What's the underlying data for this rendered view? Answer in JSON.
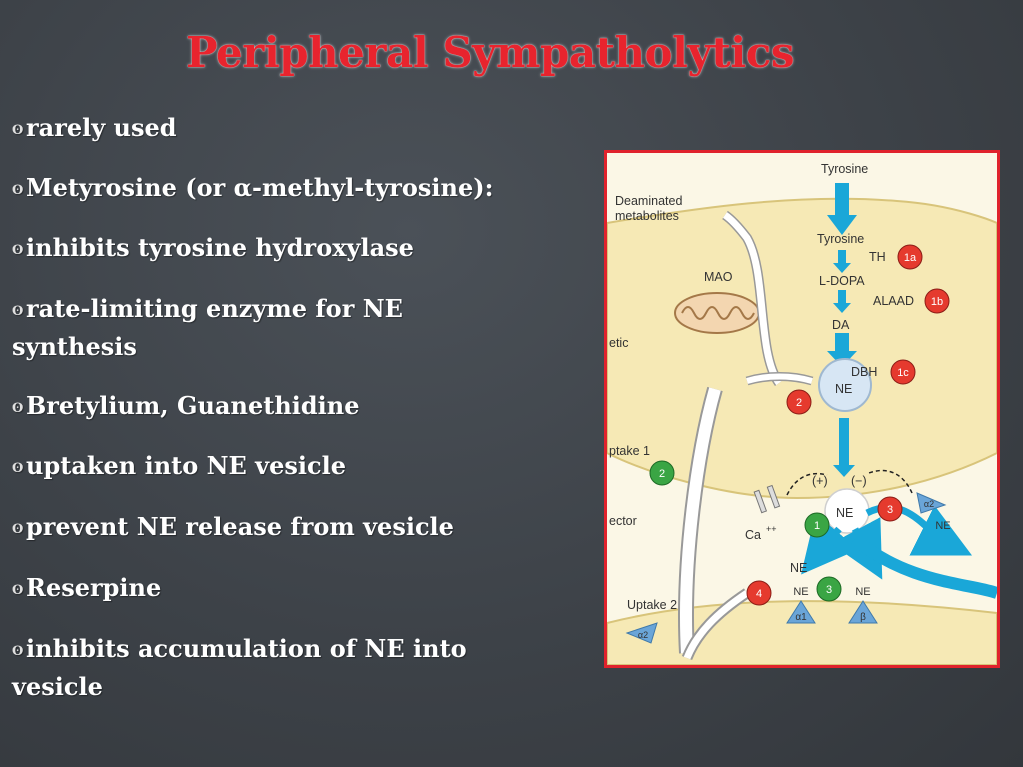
{
  "slide": {
    "title": "Peripheral Sympatholytics",
    "bullets": [
      "rarely used",
      "Metyrosine (or α-methyl-tyrosine):",
      "inhibits tyrosine hydroxylase",
      "rate-limiting enzyme for NE synthesis",
      "Bretylium, Guanethidine",
      "uptaken into NE vesicle",
      "prevent NE release from vesicle",
      "Reserpine",
      "inhibits accumulation of NE into vesicle"
    ]
  },
  "figure": {
    "tyrosine_top": "Tyrosine",
    "deaminated_1": "Deaminated",
    "deaminated_2": "metabolites",
    "tyrosine_inner": "Tyrosine",
    "th": "TH",
    "ldopa": "L-DOPA",
    "alaad": "ALAAD",
    "da": "DA",
    "dbh": "DBH",
    "ne_vesicle": "NE",
    "mao": "MAO",
    "etic": "etic",
    "uptake1": "ptake 1",
    "ector": "ector",
    "ca": "Ca",
    "ca_sup": "++",
    "plus": "(+)",
    "minus": "(−)",
    "ne_release": "NE",
    "ne_cleft": "NE",
    "ne_r1": "NE",
    "ne_r2": "NE",
    "ne_r3": "NE",
    "uptake2": "Uptake 2",
    "alpha1": "α1",
    "alpha2": "α2",
    "alpha2_bottom": "α2",
    "beta": "β",
    "markers": {
      "m1a": "1a",
      "m1b": "1b",
      "m1c": "1c",
      "m2": "2",
      "m2g": "2",
      "m1": "1",
      "m3": "3",
      "m3g": "3",
      "m4": "4"
    },
    "colors": {
      "arrow_blue": "#1aa7d8",
      "marker_red": "#e53a2e",
      "marker_green": "#3aa544",
      "cell_fill": "#f6e9b5",
      "frame_red": "#e0222c"
    }
  }
}
